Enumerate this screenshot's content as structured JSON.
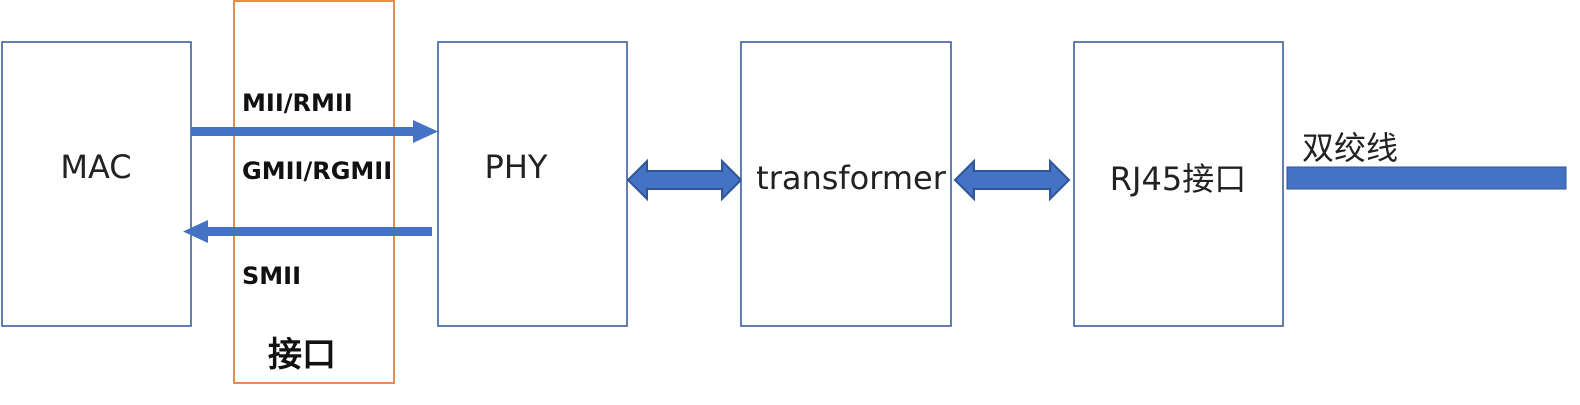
{
  "colors": {
    "box_border": "#2f5597",
    "interface_border": "#ed7d31",
    "arrow_fill": "#4472c4",
    "arrow_dark": "#2f5597"
  },
  "boxes": {
    "mac": "MAC",
    "phy": "PHY",
    "transformer": "transformer",
    "rj45": "RJ45接口"
  },
  "interface": {
    "title": "接口",
    "protocols": [
      "MII/RMII",
      "GMII/RGMII",
      "SMII"
    ]
  },
  "cable": {
    "label": "双绞线"
  }
}
